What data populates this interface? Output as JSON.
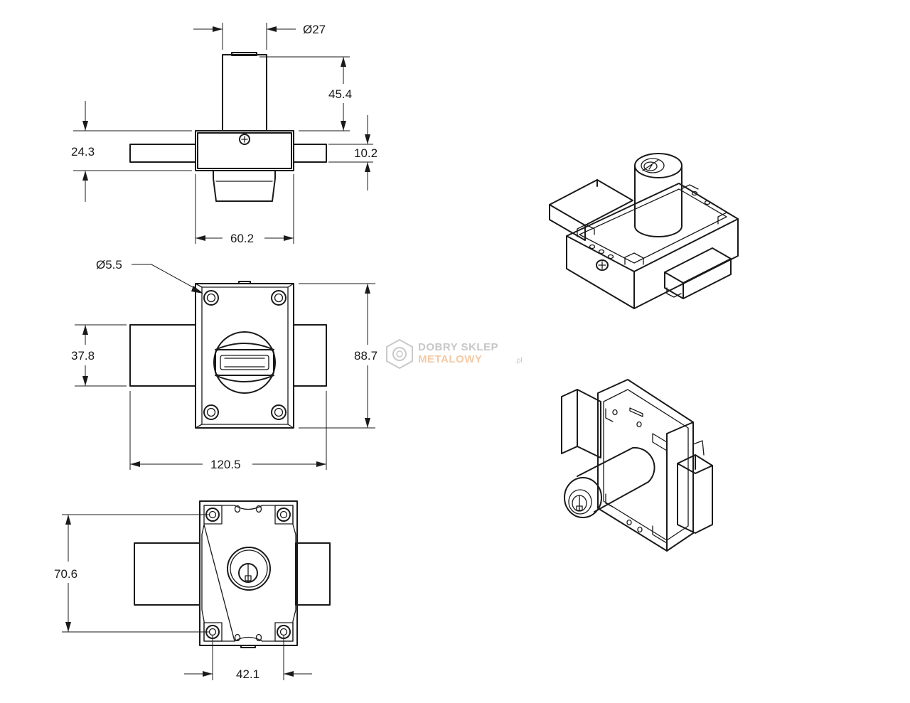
{
  "dimensions": {
    "top_view": {
      "diameter": "Ø27",
      "cylinder_height": "45.4",
      "overall_depth": "24.3",
      "bolt_thickness": "10.2",
      "case_width": "60.2"
    },
    "front_view": {
      "hole_diameter": "Ø5.5",
      "bolt_height": "37.8",
      "case_height": "88.7",
      "throw_width": "120.5"
    },
    "rear_view": {
      "hole_spacing_v": "70.6",
      "hole_spacing_h": "42.1"
    }
  },
  "watermark": {
    "line1": "DOBRY SKLEP",
    "line2": "METALOWY",
    "suffix": ".pl"
  }
}
